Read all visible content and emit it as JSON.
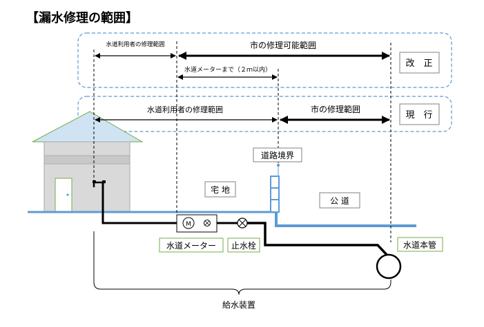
{
  "title": "【漏水修理の範囲】",
  "revised": {
    "user_range": "水道利用者の修理範囲",
    "city_range": "市の修理可能範囲",
    "meter_note": "水道メーターまで（２ｍ以内）",
    "tag": "改　正"
  },
  "current": {
    "user_range": "水道利用者の修理範囲",
    "city_range": "市の修理範囲",
    "tag": "現　行"
  },
  "labels": {
    "road_boundary": "道路境界",
    "private_land": "宅 地",
    "public_road": "公 道",
    "meter_symbol": "M",
    "water_meter": "水道メーター",
    "stop_valve": "止水栓",
    "water_main": "水道本管",
    "supply_equipment": "給水装置"
  },
  "colors": {
    "dashed_frame": "#5b9bd5",
    "ground_line": "#5b9bd5",
    "roof": "#cfe3f3",
    "roof_stroke": "#70ad47",
    "house_wall": "#d9d9d9",
    "label_box_stroke": "#70ad47",
    "pipe": "#000000"
  }
}
